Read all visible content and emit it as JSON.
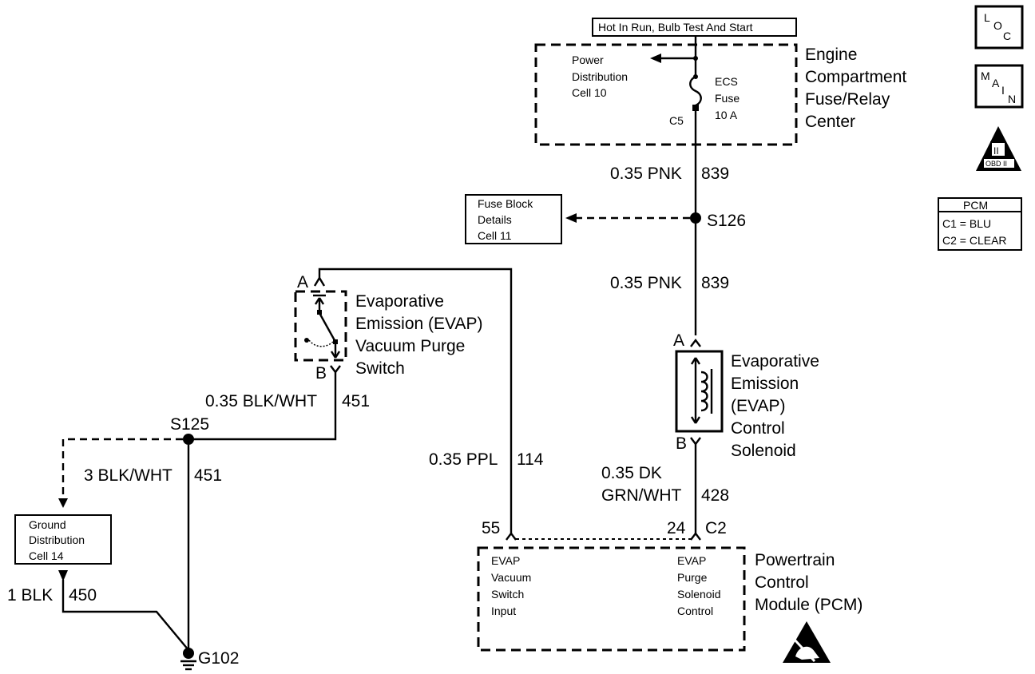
{
  "top_label": "Hot In Run, Bulb Test And Start",
  "icons": {
    "loc": [
      "L",
      "O",
      "C"
    ],
    "main": [
      "M",
      "A",
      "I",
      "N"
    ],
    "obd": [
      "II",
      "OBD II"
    ]
  },
  "pcm_table": {
    "title": "PCM",
    "rows": [
      "C1 = BLU",
      "C2 = CLEAR"
    ]
  },
  "fuse_center": {
    "name": [
      "Engine",
      "Compartment",
      "Fuse/Relay",
      "Center"
    ],
    "power_dist": [
      "Power",
      "Distribution",
      "Cell 10"
    ],
    "fuse": [
      "ECS",
      "Fuse",
      "10 A"
    ],
    "connector": "C5"
  },
  "wires": {
    "pnk_upper": [
      "0.35 PNK",
      "839"
    ],
    "pnk_lower": [
      "0.35 PNK",
      "839"
    ],
    "blk_wht_451": [
      "0.35 BLK/WHT",
      "451"
    ],
    "blk_wht_3": [
      "3 BLK/WHT",
      "451"
    ],
    "ppl_114": [
      "0.35 PPL",
      "114"
    ],
    "dk_grn_wht": [
      "0.35 DK",
      "GRN/WHT",
      "428"
    ],
    "blk_450": [
      "1 BLK",
      "450"
    ]
  },
  "fuse_block_ref": [
    "Fuse Block",
    "Details",
    "Cell 11"
  ],
  "ground_dist_ref": [
    "Ground",
    "Distribution",
    "Cell 14"
  ],
  "splices": {
    "s126": "S126",
    "s125": "S125",
    "ground": "G102"
  },
  "purge_switch": {
    "name": [
      "Evaporative",
      "Emission (EVAP)",
      "Vacuum Purge",
      "Switch"
    ],
    "pin_a": "A",
    "pin_b": "B"
  },
  "solenoid": {
    "name": [
      "Evaporative",
      "Emission",
      "(EVAP)",
      "Control",
      "Solenoid"
    ],
    "pin_a": "A",
    "pin_b": "B"
  },
  "pcm": {
    "name": [
      "Powertrain",
      "Control",
      "Module (PCM)"
    ],
    "pin_55": "55",
    "pin_24": "24",
    "connector": "C2",
    "input_label": [
      "EVAP",
      "Vacuum",
      "Switch",
      "Input"
    ],
    "control_label": [
      "EVAP",
      "Purge",
      "Solenoid",
      "Control"
    ]
  }
}
